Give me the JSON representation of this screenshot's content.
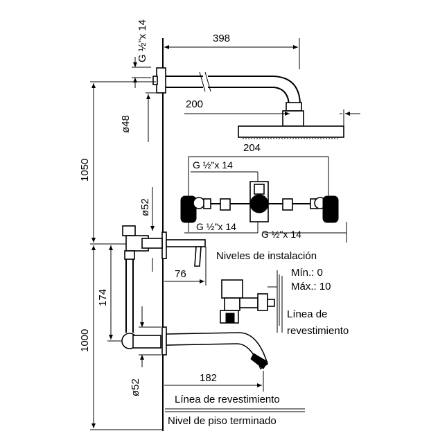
{
  "dimensions": {
    "thread_top": "G ½\"x 14",
    "arm_length": "398",
    "arm_offset": "200",
    "head_width": "204",
    "flange_top_diameter": "ø48",
    "total_height_upper": "1050",
    "mixer_flange_diameter": "ø52",
    "lever_depth": "76",
    "valve_spacing": "174",
    "total_height_lower": "1000",
    "spout_flange_diameter": "ø52",
    "spout_length": "182"
  },
  "valve_body": {
    "thread_top": "G ½\"x 14",
    "thread_left": "G ½\"x 14",
    "thread_right": "G ½\"x 14",
    "levels_title": "Niveles de instalación",
    "min_level": "Mín.: 0",
    "max_level": "Máx.: 10",
    "cladding_line_1": "Línea de",
    "cladding_line_2": "revestimiento"
  },
  "floor": {
    "cladding_line": "Línea de revestimiento",
    "finished_floor": "Nivel de piso terminado"
  }
}
